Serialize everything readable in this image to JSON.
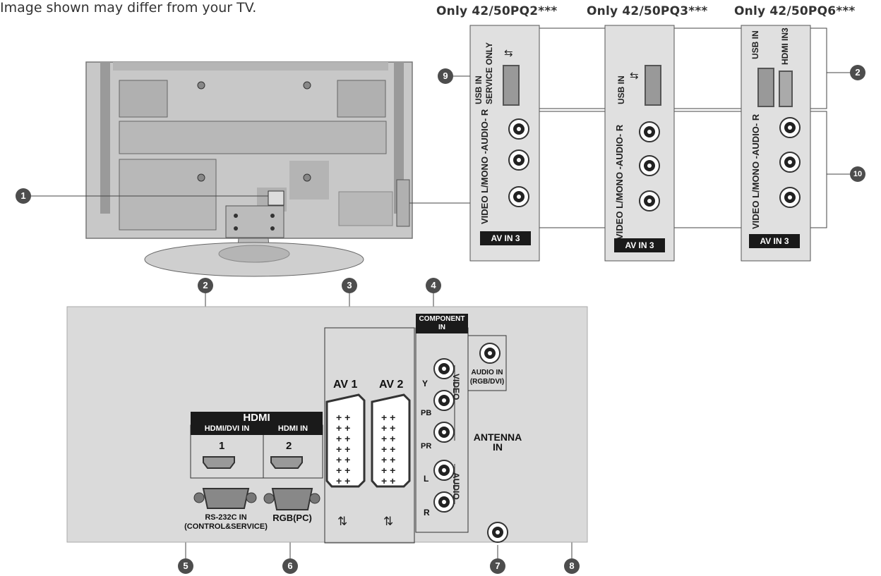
{
  "note": "Image shown may differ from your TV.",
  "models": {
    "m1": "Only 42/50PQ2***",
    "m2": "Only 42/50PQ3***",
    "m3": "Only 42/50PQ6***"
  },
  "side_panels": {
    "p1": {
      "usb_line1": "USB IN",
      "usb_line2": "SERVICE ONLY",
      "av_label": "AV IN 3",
      "row_text": "VIDEO  L/MONO -AUDIO- R"
    },
    "p2": {
      "usb_line1": "USB IN",
      "av_label": "AV IN 3",
      "row_text": "VIDEO  L/MONO -AUDIO- R"
    },
    "p3": {
      "usb_line1": "USB IN",
      "hdmi": "HDMI IN3",
      "av_label": "AV IN 3",
      "row_text": "VIDEO  L/MONO -AUDIO- R"
    }
  },
  "rear_panel": {
    "hdmi_title": "HDMI",
    "hdmi_dvi_in": "HDMI/DVI IN",
    "hdmi_in": "HDMI IN",
    "hdmi_port1": "1",
    "hdmi_port2": "2",
    "av1": "AV 1",
    "av2": "AV 2",
    "component_line1": "COMPONENT",
    "component_line2": "IN",
    "video": "VIDEO",
    "audio": "AUDIO",
    "y": "Y",
    "pb": "PB",
    "pr": "PR",
    "l": "L",
    "r": "R",
    "audio_in_line1": "AUDIO IN",
    "audio_in_line2": "(RGB/DVI)",
    "antenna_line1": "ANTENNA",
    "antenna_line2": "IN",
    "rs232_line1": "RS-232C IN",
    "rs232_line2": "(CONTROL&SERVICE)",
    "rgb_pc": "RGB(PC)"
  },
  "callouts": [
    "1",
    "2",
    "3",
    "4",
    "5",
    "6",
    "7",
    "8",
    "9",
    "10"
  ]
}
